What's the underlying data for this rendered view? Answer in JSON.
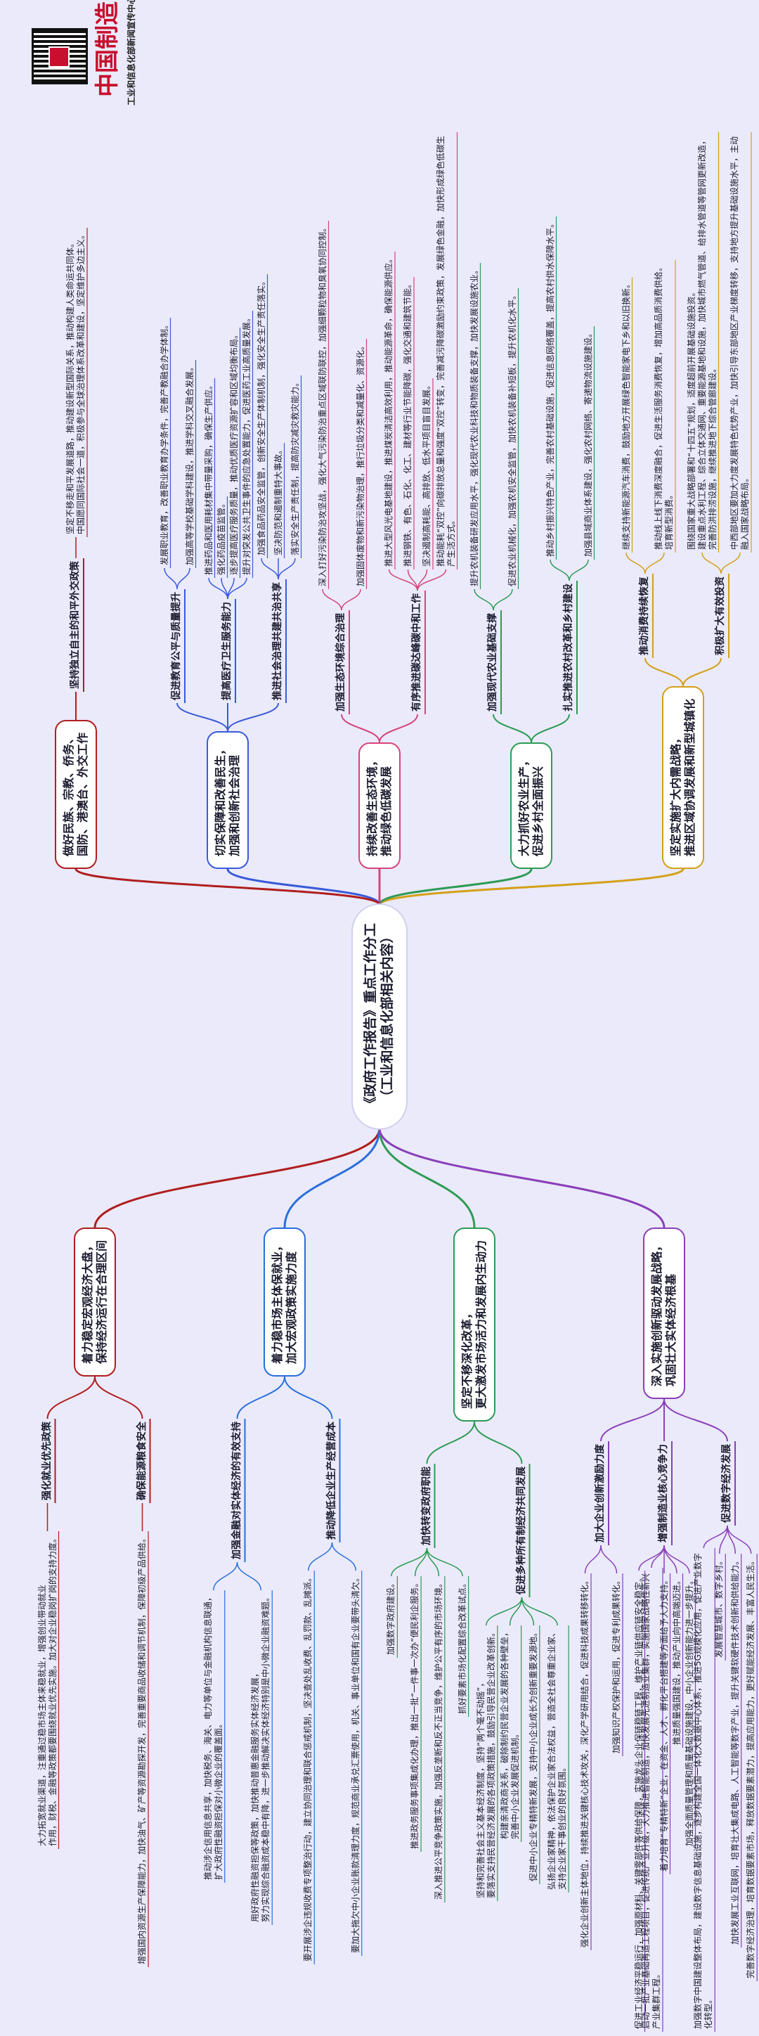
{
  "brand": {
    "title": "中国制造",
    "subtitle": "工业和信息化部新闻宣传中心",
    "colors": {
      "brand": "#c8102e"
    }
  },
  "map": {
    "center_lines": [
      "《政府工作报告》重点工作分工",
      "（工业和信息化部相关内容）"
    ],
    "colors": {
      "red": "#c8102e",
      "teal": "#2a6fdb",
      "green": "#2e9b55",
      "purple": "#8a3fb8",
      "yellow": "#e6b422",
      "pink": "#d6457a",
      "blue": "#3a5bd9",
      "darkred": "#b01e1e",
      "gold": "#d4a017"
    },
    "left": [
      {
        "lines": [
          "着力稳定宏观经济大盘，",
          "保持经济运行在合理区间"
        ],
        "subs": [
          {
            "label": "强化就业优先政策",
            "leaves": [
              [
                "大力拓宽就业渠道，注重通过稳市场主体来稳就业，增强创业带动就业",
                "作用，财税、金融等政策都要围绕就业优先实施。加大对企业稳岗扩岗的支持力度。"
              ]
            ]
          },
          {
            "label": "确保能源粮食安全",
            "leaves": [
              [
                "增强国内资源生产保障能力，加快油气、矿产等资源勘探开发，完善重要商品收储和调节机制，保障初级产品供给。"
              ]
            ]
          }
        ]
      },
      {
        "lines": [
          "着力稳市场主体保就业，",
          "加大宏观政策实施力度"
        ],
        "subs": [
          {
            "label": "加强金融对实体经济的有效支持",
            "leaves": [
              [
                "推动涉企信用信息共享，加快税务、海关、电力等单位与金融机构信息联通，",
                "扩大政府性融资担保对小微企业的覆盖面。"
              ],
              [
                "用好政府性融资担保等政策，加快推动普惠金融服务实体经济发展，",
                "努力实现综合融资成本稳中有降，进一步推动解决实体经济特别是中小微企业融资难题。"
              ]
            ]
          },
          {
            "label": "推动降低企业生产经营成本",
            "leaves": [
              [
                "要开展涉企违规收费专项整治行动，建立协同治理和联合惩戒机制，坚决查处乱收费、乱罚款、乱摊派。"
              ],
              [
                "要加大拖欠中小企业账款清理力度，规范商业承兑汇票使用，机关、事业单位和国有企业要带头清欠。"
              ]
            ]
          }
        ]
      },
      {
        "lines": [
          "坚定不移深化改革，",
          "更大激发市场活力和发展内生动力"
        ],
        "subs": [
          {
            "label": "加快转变政府职能",
            "leaves": [
              [
                "加强数字政府建设。"
              ],
              [
                "推进政务服务事项集成化办理，推出一批“一件事一次办”便民利企服务。"
              ],
              [
                "深入推进公平竞争政策实施，加强反垄断和反不正当竞争，维护公平有序的市场环境。"
              ],
              [
                "抓好要素市场化配置综合改革试点。"
              ]
            ]
          },
          {
            "label": "促进多种所有制经济共同发展",
            "leaves": [
              [
                "坚持和完善社会主义基本经济制度，坚持“两个毫不动摇”，",
                "要落实支持民营经济发展的各项政策措施，鼓励引导民营企业改革创新。"
              ],
              [
                "构建亲清政商关系，破除制约民营企业发展的各种壁垒，",
                "完善中小企业发展促进机制。"
              ],
              [
                "促进中小企业专精特新发展，支持中小企业成长为创新重要发源地。"
              ],
              [
                "弘扬企业家精神，依法保护企业家合法权益，营造全社会尊重企业家、",
                "支持企业家干事创业的良好氛围。"
              ]
            ]
          }
        ]
      },
      {
        "lines": [
          "深入实施创新驱动发展战略，",
          "巩固壮大实体经济根基"
        ],
        "subs": [
          {
            "label": "加大企业创新激励力度",
            "leaves": [
              [
                "强化企业创新主体地位，持续推进关键核心技术攻关，深化产学研用结合，促进科技成果转移转化。"
              ],
              [
                "加强知识产权保护和运用，促进专利成果转化。"
              ]
            ]
          },
          {
            "label": "增强制造业核心竞争力",
            "leaves": [
              [
                "促进工业经济平稳运行，加强原材料、关键零部件等供给保障，实施龙头企业保链稳链工程，维护产业链供应链安全稳定。"
              ],
              [
                "启动一批产业基础再造工程项目，促进传统产业升级，大力推进智能制造，加快发展先进制造业集群，实施国家战略性新兴产业集群工程。"
              ],
              [
                "着力培育“专精特新”企业，在资金、人才、孵化平台搭建等方面给予大力支持。"
              ],
              [
                "推进质量强国建设，推动产业向中高端迈进。"
              ],
              [
                "加强全面质量管理和质量基础设施建设，中小企业创新能力进一步提升。"
              ]
            ]
          },
          {
            "label": "促进数字经济发展",
            "leaves": [
              [
                "加强数字中国建设整体布局，建设数字信息基础设施，逐步构建全国一体化大数据中心体系，推进5G规模化应用，促进产业数字化转型。"
              ],
              [
                "发展智慧城市、数字乡村。"
              ],
              [
                "加快发展工业互联网，培育壮大集成电路、人工智能等数字产业，提升关键软硬件技术创新和供给能力。"
              ],
              [
                "完善数字经济治理，培育数据要素市场，释放数据要素潜力，提高应用能力，更好赋能经济发展、丰富人民生活。"
              ]
            ]
          }
        ]
      }
    ],
    "right": [
      {
        "lines": [
          "坚定实施扩大内需战略，",
          "推进区域协调发展和新型城镇化"
        ],
        "subs": [
          {
            "label": "推动消费持续恢复",
            "leaves": [
              [
                "继续支持新能源汽车消费，鼓励地方开展绿色智能家电下乡和以旧换新。"
              ],
              [
                "推动线上线下消费深度融合，促进生活服务消费恢复，增加高品质消费供给。",
                "培育新型消费。"
              ]
            ]
          },
          {
            "label": "积极扩大有效投资",
            "leaves": [
              [
                "围绕国家重大战略部署和“十四五”规划，适度超前开展基础设施投资。",
                "建设重点水利工程、综合立体交通网、重要能源基地和设施，加快城市燃气管道、给排水管道等管网更新改造，完善防洪排涝设施，继续推进地下综合管廊建设。"
              ],
              [
                "中西部地区要加大力度发展特色优势产业，加快引导东部地区产业梯度转移，支持地方提升基础设施水平，主动融入国家战略布局。"
              ]
            ]
          }
        ]
      },
      {
        "lines": [
          "大力抓好农业生产，",
          "促进乡村全面振兴"
        ],
        "subs": [
          {
            "label": "加强现代农业基础支撑",
            "leaves": [
              [
                "提升农机装备研发应用水平，强化现代农业科技和物质装备支撑，加快发展设施农业。"
              ],
              [
                "促进农业机械化，加强农机安全监管，加快农机装备补短板，提升农机化水平。"
              ]
            ]
          },
          {
            "label": "扎实推进农村改革和乡村建设",
            "leaves": [
              [
                "推动乡村振兴特色产业，完善农村基础设施，促进信息网络覆盖，提高农村供水保障水平。"
              ],
              [
                "加强县域商业体系建设，强化农村网络、寄递物流设施建设。"
              ]
            ]
          }
        ]
      },
      {
        "lines": [
          "持续改善生态环境，",
          "推动绿色低碳发展"
        ],
        "subs": [
          {
            "label": "加强生态环境综合治理",
            "leaves": [
              [
                "深入打好污染防治攻坚战，强化大气污染防治重点区域联防联控，加强细颗粒物和臭氧协同控制。"
              ],
              [
                "加强固体废物和新污染物治理，推行垃圾分类和减量化、资源化。"
              ]
            ]
          },
          {
            "label": "有序推进碳达峰碳中和工作",
            "leaves": [
              [
                "推进大型风光电基地建设，推进煤炭清洁高效利用，推动能源革命，确保能源供应。"
              ],
              [
                "推进钢铁、有色、石化、化工、建材等行业节能降碳，强化交通和建筑节能。"
              ],
              [
                "坚决遏制高耗能、高排放、低水平项目盲目发展。"
              ],
              [
                "推动能耗“双控”向碳排放总量和强度“双控”转变，完善减污降碳激励约束政策，发展绿色金融，加快形成绿色低碳生产生活方式。"
              ]
            ]
          }
        ]
      },
      {
        "lines": [
          "切实保障和改善民生，",
          "加强和创新社会治理"
        ],
        "subs": [
          {
            "label": "促进教育公平与质量提升",
            "leaves": [
              [
                "发展职业教育，改善职业教育办学条件，完善产教融合办学体制。"
              ],
              [
                "加强高等学校基础学科建设，推进学科交叉融合发展。"
              ]
            ]
          },
          {
            "label": "提高医疗卫生服务能力",
            "leaves": [
              [
                "推进药品和医用耗材集中带量采购，确保生产供应。"
              ],
              [
                "强化药品疫苗监管。"
              ],
              [
                "逐步提高医疗服务质量，推动优质医疗资源扩容和区域均衡布局。"
              ],
              [
                "提升对突发公共卫生事件的应急处置能力，促进医药工业高质量发展。"
              ]
            ]
          },
          {
            "label": "推进社会治理共建共治共享",
            "leaves": [
              [
                "加强食品药品安全监管，创新安全生产体制机制，强化安全生产责任落实。"
              ],
              [
                "坚决防范和遏制重特大事故。"
              ],
              [
                "落实安全生产责任制，提高防灾减灾救灾能力。"
              ]
            ]
          }
        ]
      },
      {
        "lines": [
          "做好民族、宗教、侨务、",
          "国防、港澳台、外交工作"
        ],
        "subs": [
          {
            "label": "坚持独立自主的和平外交政策",
            "leaves": [
              [
                "坚定不移走和平发展道路，推动建设新型国际关系，推动构建人类命运共同体。",
                "中国愿同国际社会一道，积极参与全球治理体系改革和建设，坚定维护多边主义。"
              ]
            ]
          }
        ]
      }
    ]
  }
}
